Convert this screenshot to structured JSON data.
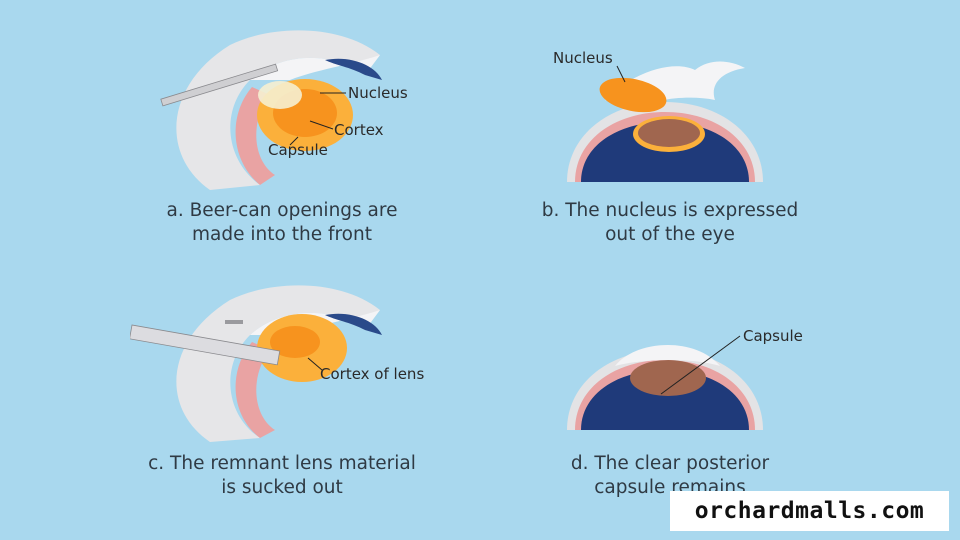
{
  "panels": {
    "a": {
      "caption_line1": "a. Beer-can openings are",
      "caption_line2": "made into the front",
      "labels": {
        "nucleus": "Nucleus",
        "cortex": "Cortex",
        "capsule": "Capsule"
      }
    },
    "b": {
      "caption_line1": "b. The nucleus is expressed",
      "caption_line2": "out of the eye",
      "labels": {
        "nucleus": "Nucleus"
      }
    },
    "c": {
      "caption_line1": "c. The remnant lens material",
      "caption_line2": "is sucked out",
      "labels": {
        "cortex": "Cortex of lens"
      }
    },
    "d": {
      "caption_line1": "d. The clear posterior",
      "caption_line2": "capsule remains",
      "labels": {
        "capsule": "Capsule"
      }
    }
  },
  "watermark": "orchardmalls.com",
  "colors": {
    "background": "#a9d8ee",
    "nucleus": "#f7931e",
    "cortex": "#fbb03b",
    "eye_interior": "#1f3a7a",
    "sclera": "#e8e8ea"
  }
}
